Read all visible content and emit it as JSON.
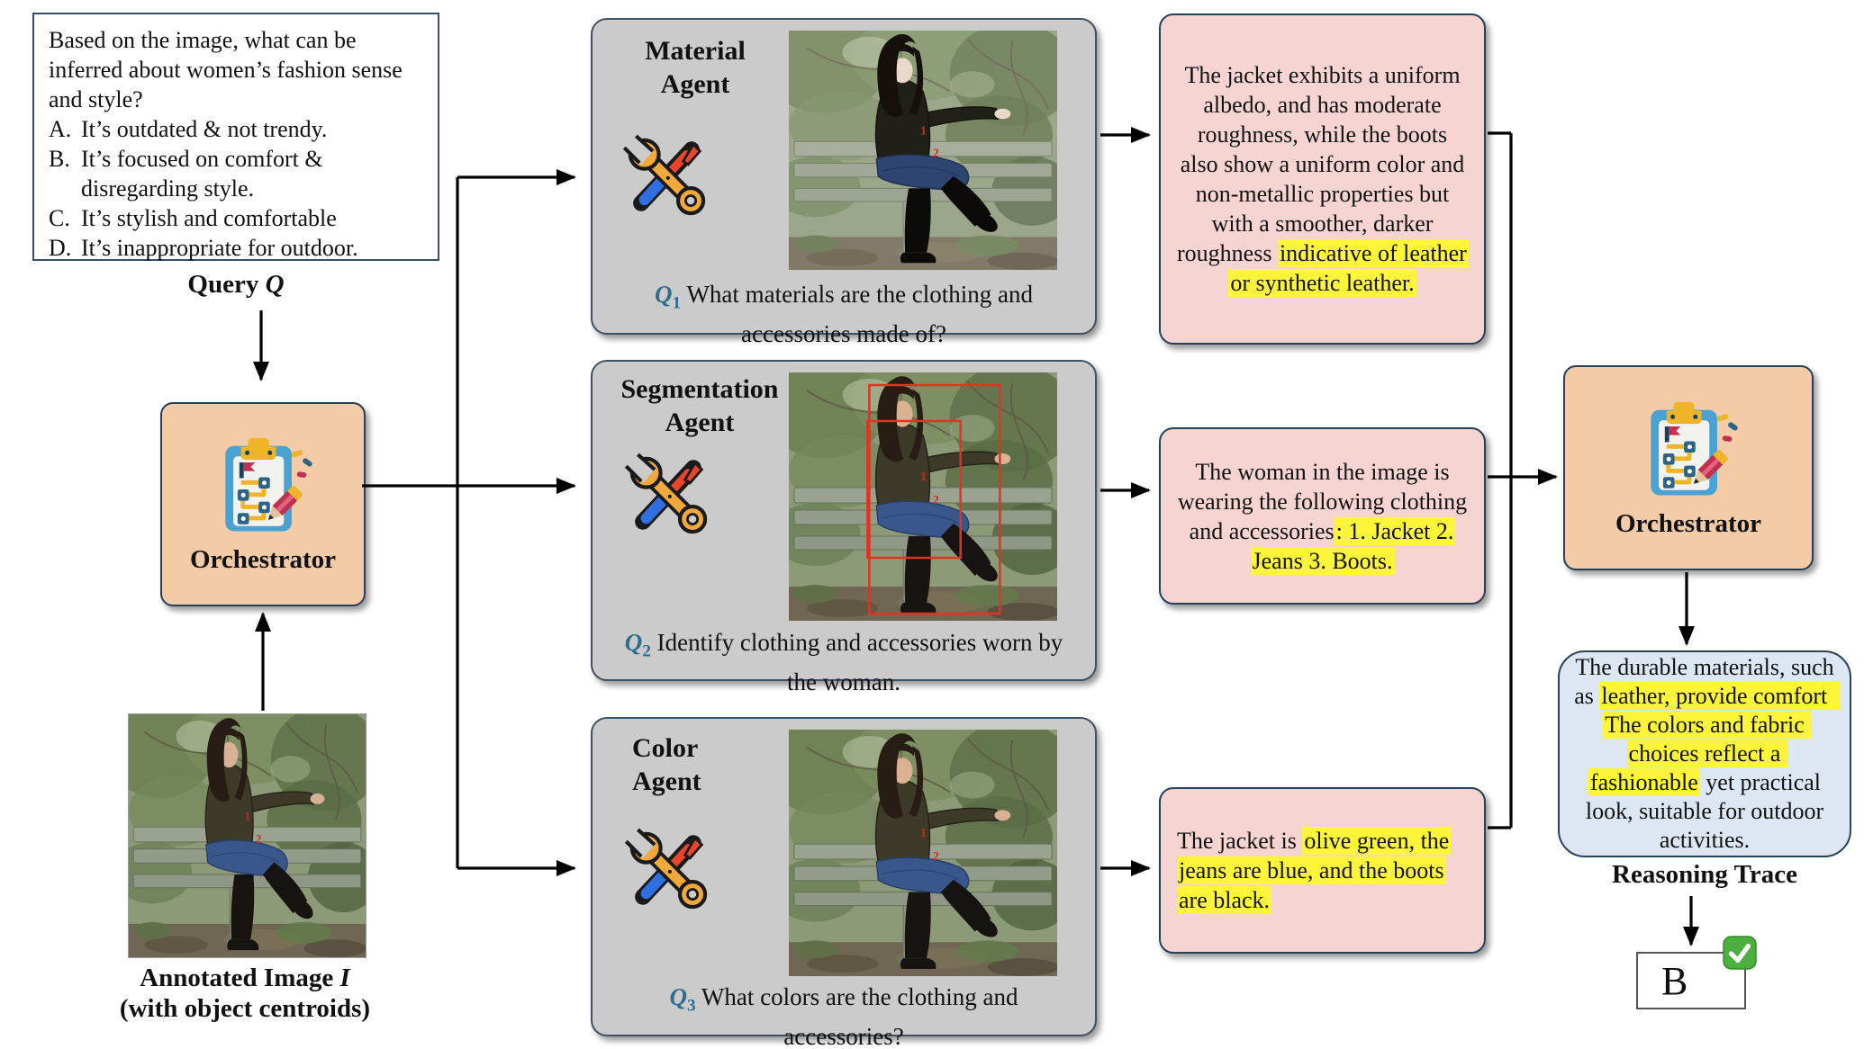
{
  "palette": {
    "orchestrator_fill": "#f3cba6",
    "agent_fill": "#cbcbcb",
    "response_fill": "#f5d4d1",
    "reasoning_fill": "#dde7f3",
    "highlight": "#fdf53a",
    "q_label_color": "#2e6d8e",
    "annotation_red": "#d02818",
    "check_green": "#4caf3f",
    "arrow_black": "#000000"
  },
  "query_box": {
    "question": "Based on the image, what can be inferred about women’s fashion sense and style?",
    "options": [
      {
        "label": "A.",
        "text": "It’s outdated & not trendy."
      },
      {
        "label": "B.",
        "text": "It’s focused on comfort & disregarding style."
      },
      {
        "label": "C.",
        "text": "It’s stylish and comfortable"
      },
      {
        "label": "D.",
        "text": "It’s inappropriate for outdoor."
      }
    ]
  },
  "labels": {
    "query_prefix": "Query",
    "query_symbol": "Q",
    "reasoning_trace": "Reasoning Trace"
  },
  "orchestrator1": {
    "label": "Orchestrator",
    "icon": "clipboard-pencil-icon"
  },
  "orchestrator2": {
    "label": "Orchestrator",
    "icon": "clipboard-pencil-icon"
  },
  "annotated_image": {
    "caption_prefix": "Annotated Image",
    "caption_symbol": "I",
    "caption_line2": "(with object centroids)",
    "centroid_labels": [
      "1",
      "2"
    ]
  },
  "agents": [
    {
      "name": "Material Agent",
      "name_lines": [
        "Material",
        "Agent"
      ],
      "icon": "tools-icon",
      "q_symbol": "Q",
      "q_sub": "1",
      "question": "What materials are the clothing and accessories made of?"
    },
    {
      "name": "Segmentation Agent",
      "name_lines": [
        "Segmentation",
        "Agent"
      ],
      "icon": "tools-icon",
      "q_symbol": "Q",
      "q_sub": "2",
      "question": "Identify clothing and accessories worn by the woman."
    },
    {
      "name": "Color Agent",
      "name_lines": [
        "Color",
        "Agent"
      ],
      "icon": "tools-icon",
      "q_symbol": "Q",
      "q_sub": "3",
      "question": "What colors are the clothing and accessories?"
    }
  ],
  "responses": [
    {
      "segments": [
        {
          "text": "The jacket exhibits a uniform albedo, and has moderate roughness, while the boots also show a uniform color and non-metallic properties but with a smoother, darker roughness ",
          "highlight": false
        },
        {
          "text": "indicative of leather or synthetic leather.",
          "highlight": true
        }
      ]
    },
    {
      "segments": [
        {
          "text": "The woman in the image is wearing the following clothing and accessories",
          "highlight": false
        },
        {
          "text": ": 1. Jacket 2. Jeans 3. Boots.",
          "highlight": true
        }
      ]
    },
    {
      "segments": [
        {
          "text": "The jacket is ",
          "highlight": false
        },
        {
          "text": "olive green, the jeans are blue, and the boots are black.",
          "highlight": true
        }
      ]
    }
  ],
  "reasoning": {
    "segments": [
      {
        "text": "The durable materials, such as ",
        "highlight": false
      },
      {
        "text": "leather, provide comfort  The colors and fabric choices reflect a fashionable",
        "highlight": true
      },
      {
        "text": " yet practical look, suitable for outdoor activities.",
        "highlight": false
      }
    ]
  },
  "answer": {
    "value": "B",
    "icon": "check-icon"
  }
}
